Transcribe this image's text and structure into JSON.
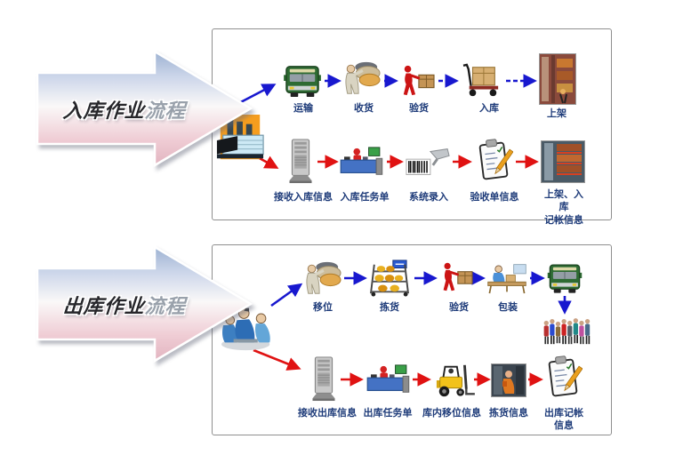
{
  "banners": {
    "inbound": {
      "main": "入库作业",
      "tail": "流程"
    },
    "outbound": {
      "main": "出库作业",
      "tail": "流程"
    }
  },
  "inbound": {
    "source_icon": "factory-icon",
    "top": [
      {
        "icon": "truck-icon",
        "label": "运输"
      },
      {
        "icon": "receive-goods-icon",
        "label": "收货"
      },
      {
        "icon": "inspect-goods-icon",
        "label": "验货"
      },
      {
        "icon": "pallet-jack-icon",
        "label": "入库"
      },
      {
        "icon": "shelving-photo-icon",
        "label": "上架"
      }
    ],
    "bottom": [
      {
        "icon": "server-icon",
        "label": "接收入库信息"
      },
      {
        "icon": "task-desk-icon",
        "label": "入库任务单"
      },
      {
        "icon": "barcode-scan-icon",
        "label": "系统录入"
      },
      {
        "icon": "checklist-icon",
        "label": "验收单信息"
      },
      {
        "icon": "warehouse-photo-icon",
        "label": "上架、入库\n记帐信息"
      }
    ]
  },
  "outbound": {
    "source_icon": "meeting-icon",
    "top": [
      {
        "icon": "carry-goods-icon",
        "label": "移位"
      },
      {
        "icon": "pick-rack-icon",
        "label": "拣货"
      },
      {
        "icon": "inspect-goods-icon",
        "label": "验货"
      },
      {
        "icon": "packing-icon",
        "label": "包装"
      },
      {
        "icon": "truck-icon",
        "label": ""
      },
      {
        "icon": "crowd-icon",
        "label": ""
      }
    ],
    "bottom": [
      {
        "icon": "server-icon",
        "label": "接收出库信息"
      },
      {
        "icon": "task-desk-icon",
        "label": "出库任务单"
      },
      {
        "icon": "forklift-icon",
        "label": "库内移位信息"
      },
      {
        "icon": "picking-photo-icon",
        "label": "拣货信息"
      },
      {
        "icon": "checklist-icon",
        "label": "出库记帐信息"
      }
    ]
  },
  "colors": {
    "flow_blue": "#1818cf",
    "flow_red": "#e01212",
    "label_navy": "#1f3c7a",
    "panel_border": "#8f8f8f",
    "banner_top": "#9db2d2",
    "banner_bottom": "#e2b4c0"
  }
}
